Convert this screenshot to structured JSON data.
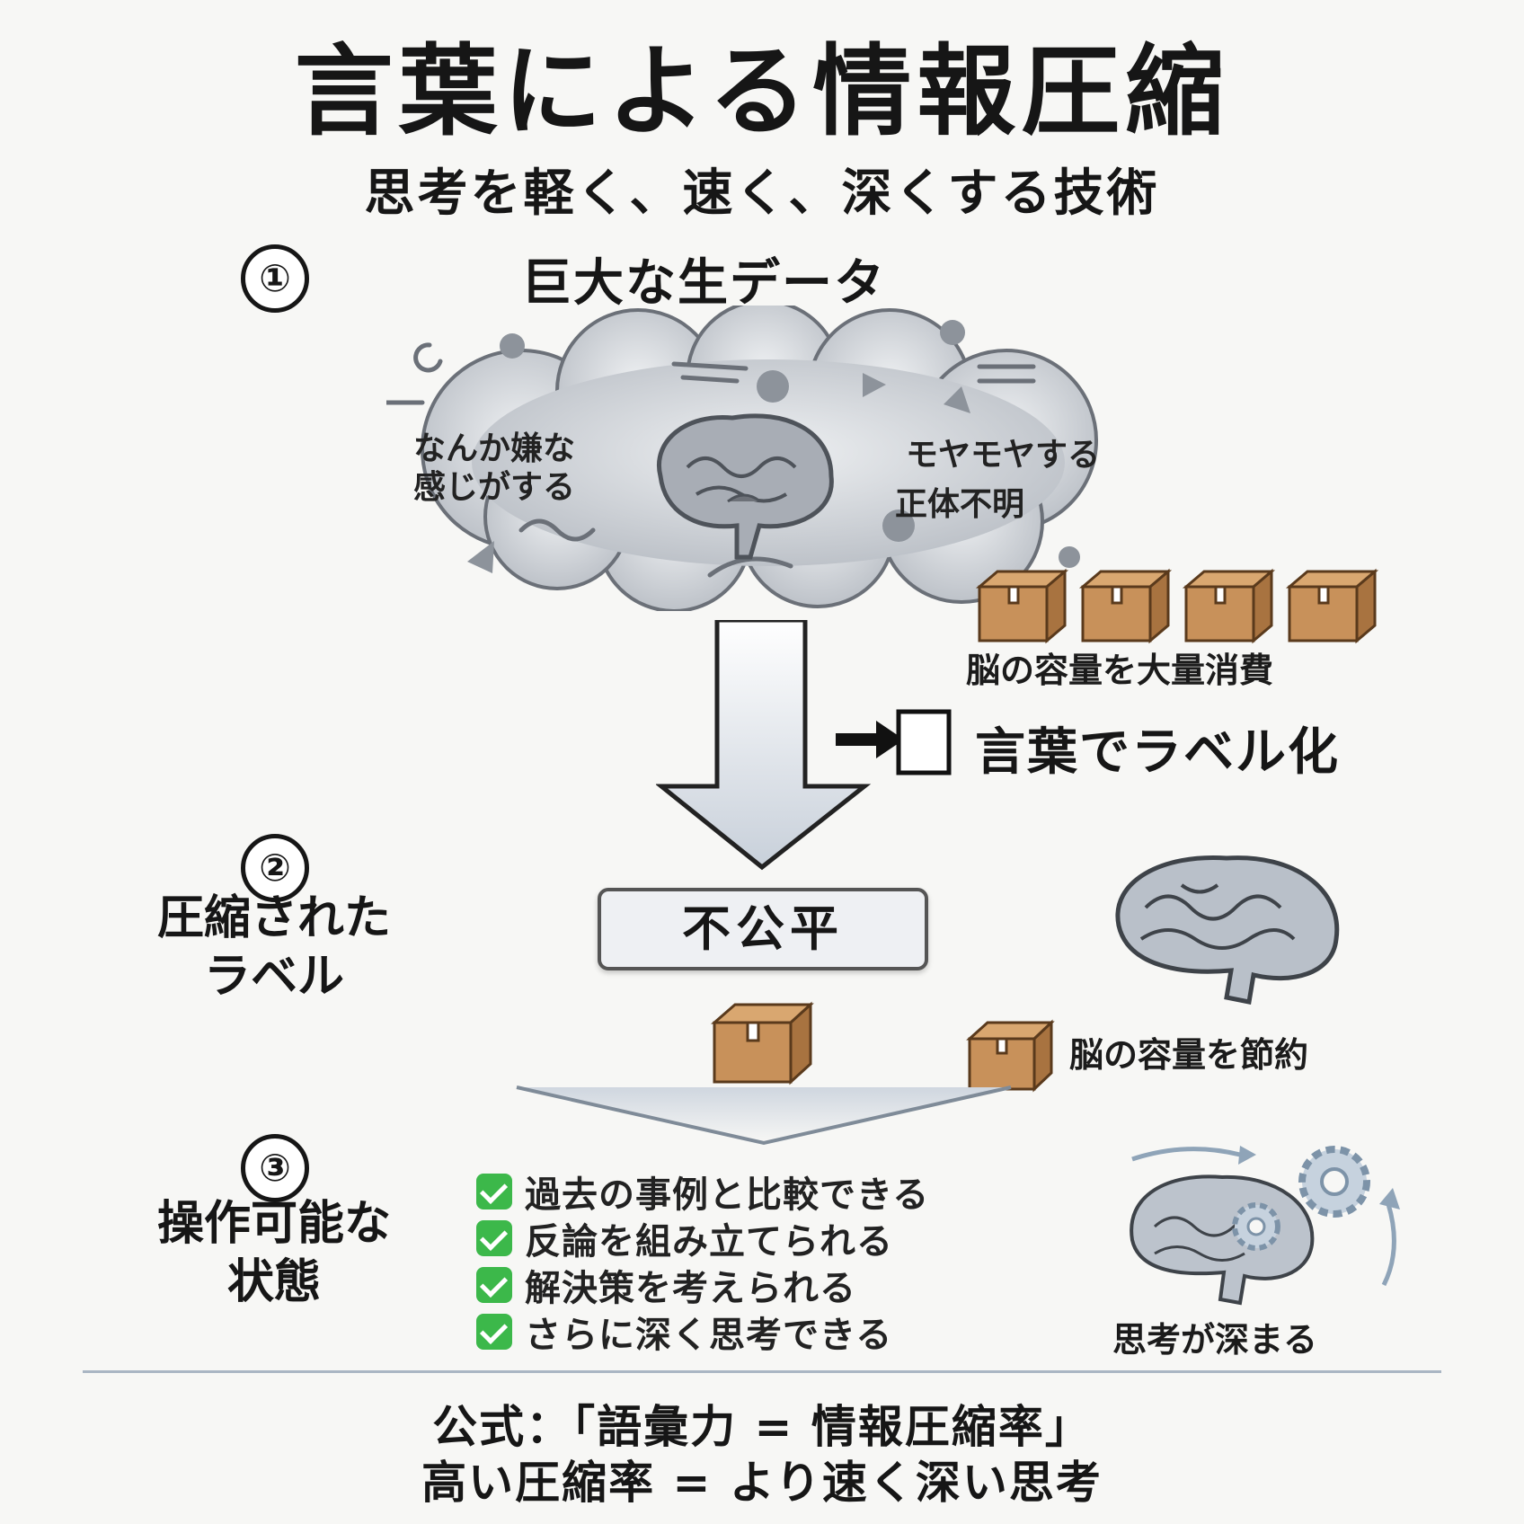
{
  "title": "言葉による情報圧縮",
  "subtitle": "思考を軽く、速く、深くする技術",
  "step1": {
    "number": "①",
    "heading": "巨大な生データ",
    "cloud_text_left": "なんか嫌な\n感じがする",
    "cloud_text_right_1": "モヤモヤする",
    "cloud_text_right_2": "正体不明",
    "capacity_note": "脳の容量を大量消費"
  },
  "transition": {
    "action_label": "言葉でラベル化"
  },
  "step2": {
    "number": "②",
    "label": "圧縮された\nラベル",
    "compressed_word": "不公平",
    "capacity_note": "脳の容量を節約"
  },
  "step3": {
    "number": "③",
    "label": "操作可能な\n状態",
    "benefits": [
      "過去の事例と比較できる",
      "反論を組み立てられる",
      "解決策を考えられる",
      "さらに深く思考できる"
    ],
    "deepen_note": "思考が深まる"
  },
  "formula": {
    "line1": "公式：「語彙力 = 情報圧縮率」",
    "line2": "高い圧縮率 = より速く深い思考"
  },
  "colors": {
    "cloud": "#c9cdd3",
    "box": "#c8915a",
    "check": "#3cb84a",
    "arrow": "#cfd6df"
  }
}
